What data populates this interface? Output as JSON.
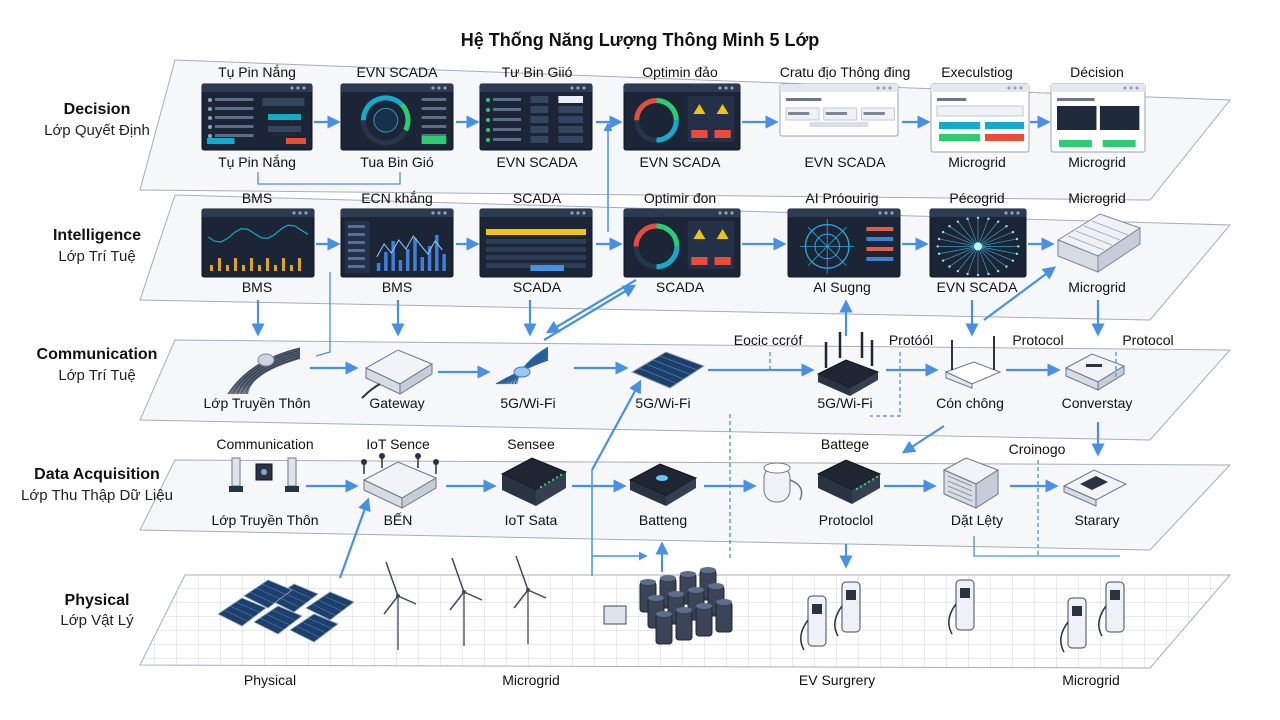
{
  "title": "Hệ Thống Năng Lượng Thông Minh 5 Lớp",
  "layers": [
    {
      "en": "Decision",
      "vi": "Lớp Quyết Định"
    },
    {
      "en": "Intelligence",
      "vi": "Lớp Trí Tuệ"
    },
    {
      "en": "Communication",
      "vi": "Lớp Trí Tuệ"
    },
    {
      "en": "Data Acquisition",
      "vi": "Lớp Thu Thập Dữ Liệu"
    },
    {
      "en": "Physical",
      "vi": "Lớp Vật Lý"
    }
  ],
  "decision": {
    "top": [
      "Tụ Pin Nắng",
      "EVN SCADA",
      "Tư Bin Giió",
      "Optimin đảo",
      "Cratu địo Thông đing",
      "Execulstiog",
      "Décision"
    ],
    "bottom": [
      "Tụ Pin Nắng",
      "Tua Bin Gió",
      "EVN SCADA",
      "EVN SCADA",
      "EVN SCADA",
      "Microgrid",
      "Microgrid"
    ]
  },
  "intelligence": {
    "top": [
      "BMS",
      "ECN khắng",
      "SCADA",
      "Optimir đon",
      "AI Próouirig",
      "Pécogrid",
      "Microgrid"
    ],
    "bottom": [
      "BMS",
      "BMS",
      "SCADA",
      "SCADA",
      "AI Sugng",
      "EVN SCADA",
      "Microgrid"
    ]
  },
  "communication": {
    "bottom": [
      "Lớp Truyền Thôn",
      "Gateway",
      "5G/Wi-Fi",
      "5G/Wi-Fi",
      "5G/Wi-Fi",
      "Cón chông",
      "Converstay"
    ],
    "top": [
      "Eocic ccróf",
      "Protóól",
      "Protocol",
      "Protocol"
    ]
  },
  "acquisition": {
    "top": [
      "Communication",
      "IoT Sence",
      "Sensee",
      "Battege",
      "Croinogo"
    ],
    "bottom": [
      "Lớp Truyền Thôn",
      "BẾN",
      "IoT Sata",
      "Batteng",
      "Protoclol",
      "Dặt Lệty",
      "Starary"
    ]
  },
  "physical": {
    "bottom": [
      "Physical",
      "Microgrid",
      "EV Surgrery",
      "Microgrid"
    ]
  },
  "colors": {
    "panel_dark": "#1b2536",
    "panel_header": "#2c3a52",
    "arrow_blue": "#4a90e2",
    "accent_green": "#2ecc71",
    "accent_red": "#e74c3c",
    "accent_yellow": "#f1c40f",
    "accent_teal": "#16a9c9",
    "plane_fill": "#f3f5f8",
    "plane_stroke": "#9aa4b2"
  }
}
